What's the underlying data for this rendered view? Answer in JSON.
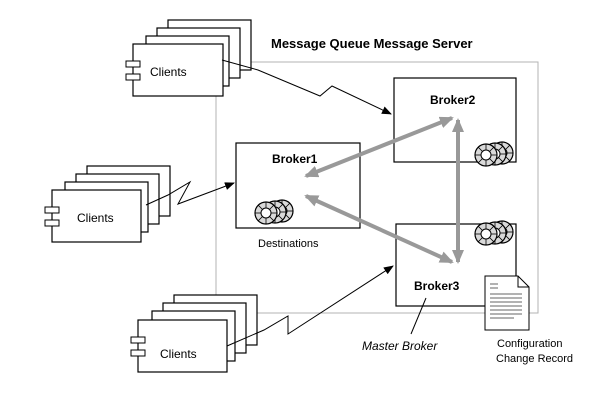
{
  "title": "Message Queue Message Server",
  "clients": [
    {
      "label": "Clients"
    },
    {
      "label": "Clients"
    },
    {
      "label": "Clients"
    }
  ],
  "brokers": {
    "broker1": "Broker1",
    "broker2": "Broker2",
    "broker3": "Broker3"
  },
  "destinations_label": "Destinations",
  "master_broker_label": "Master Broker",
  "config_record": {
    "line1": "Configuration",
    "line2": "Change Record"
  },
  "colors": {
    "arrow_gray": "#999999",
    "server_border": "#b3b3b3",
    "line_black": "#000000"
  }
}
